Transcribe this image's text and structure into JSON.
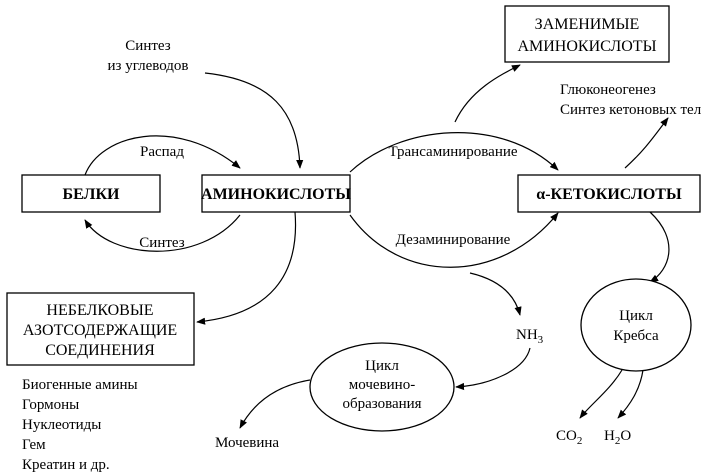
{
  "boxes": {
    "proteins": "БЕЛКИ",
    "amino_acids": "АМИНОКИСЛОТЫ",
    "keto_acids": "α-КЕТОКИСЛОТЫ",
    "replaceable_line1": "ЗАМЕНИМЫЕ",
    "replaceable_line2": "АМИНОКИСЛОТЫ",
    "nonprotein_line1": "НЕБЕЛКОВЫЕ",
    "nonprotein_line2": "АЗОТСОДЕРЖАЩИЕ",
    "nonprotein_line3": "СОЕДИНЕНИЯ"
  },
  "labels": {
    "synthesis_from_carbs_line1": "Синтез",
    "synthesis_from_carbs_line2": "из углеводов",
    "breakdown": "Распад",
    "synthesis": "Синтез",
    "transamination": "Трансаминирование",
    "deamination": "Дезаминирование",
    "gluconeogenesis": "Глюконеогенез",
    "ketone_synthesis": "Синтез кетоновых тел",
    "nh3_main": "NH",
    "nh3_sub": "3",
    "urea": "Мочевина",
    "co2_main": "CO",
    "co2_sub": "2",
    "h2o_main": "H",
    "h2o_sub": "2",
    "h2o_tail": "O"
  },
  "cycles": {
    "urea_cycle_line1": "Цикл",
    "urea_cycle_line2": "мочевино-",
    "urea_cycle_line3": "образования",
    "krebs_line1": "Цикл",
    "krebs_line2": "Кребса"
  },
  "nonprotein_list": [
    "Биогенные амины",
    "Гормоны",
    "Нуклеотиды",
    "Гем",
    "Креатин и др."
  ]
}
